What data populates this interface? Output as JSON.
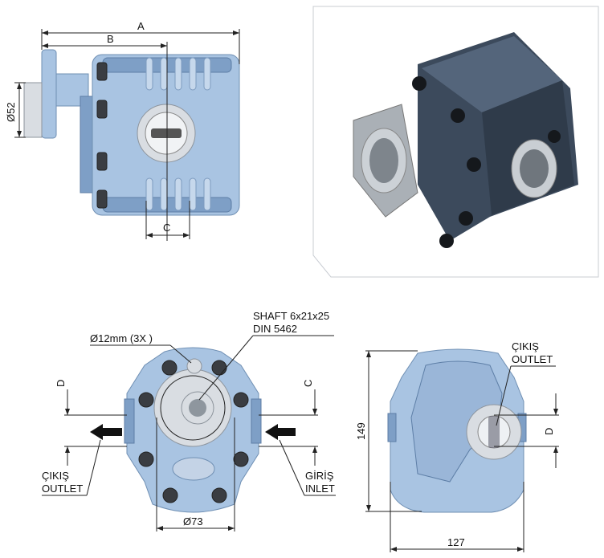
{
  "side_view": {
    "dim_a": "A",
    "dim_b": "B",
    "dim_c": "C",
    "dim_diameter": "Ø52"
  },
  "front_view": {
    "hole_note": "Ø12mm (3X )",
    "shaft_line1": "SHAFT 6x21x25",
    "shaft_line2": "DIN 5462",
    "dim_d": "D",
    "dim_c": "C",
    "outlet_tr": "ÇIKIŞ",
    "outlet_en": "OUTLET",
    "inlet_tr": "GİRİŞ",
    "inlet_en": "INLET",
    "dim_diameter": "Ø73"
  },
  "rear_view": {
    "outlet_tr": "ÇIKIŞ",
    "outlet_en": "OUTLET",
    "dim_height": "149",
    "dim_width": "127",
    "dim_d": "D"
  },
  "colors": {
    "body": "#a9c4e2",
    "render": "#3c4a5c"
  }
}
